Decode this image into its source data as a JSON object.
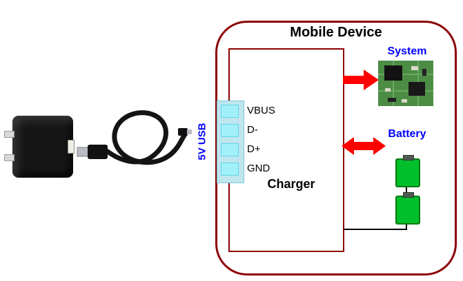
{
  "diagram": {
    "title": "Mobile Device",
    "charger": {
      "label": "Charger"
    },
    "usb": {
      "label": "5V USB",
      "pins": [
        "VBUS",
        "D-",
        "D+",
        "GND"
      ]
    },
    "system": {
      "label": "System"
    },
    "battery": {
      "label": "Battery"
    }
  },
  "colors": {
    "outline_dark_red": "#8B0000",
    "arrow_red": "#FF0000",
    "label_blue": "#0000FF",
    "connector_strip": "#BFE6EF",
    "connector_pad": "#A2F1FA",
    "battery_green": "#00BF2A"
  },
  "icons": [
    "wall-charger-photo",
    "usb-cable-photo",
    "circuit-board-image",
    "battery-cell-icon",
    "red-arrow-right-icon",
    "red-arrow-double-icon"
  ]
}
